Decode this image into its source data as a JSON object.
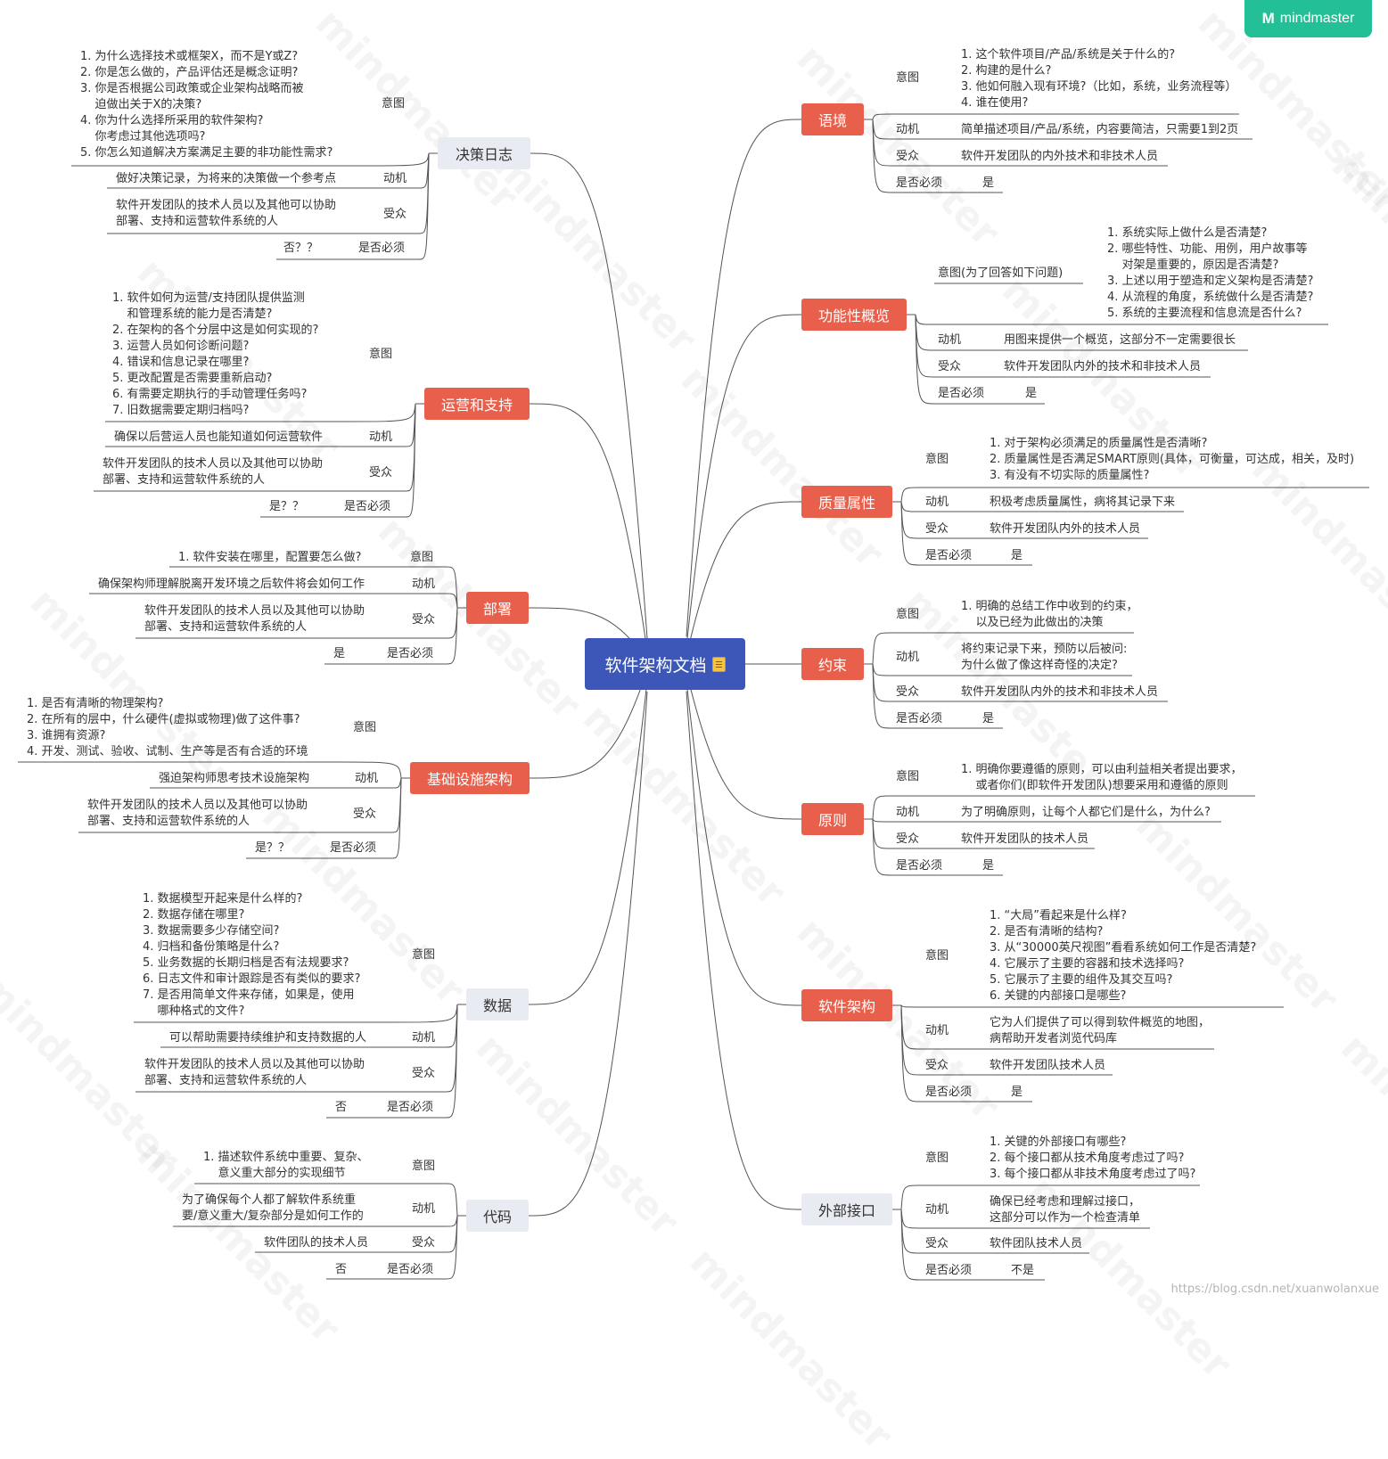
{
  "brand": {
    "logo_mark": "M",
    "name": "mindmaster",
    "watermark": "mindmaster"
  },
  "credit": "https://blog.csdn.net/xuanwolanxue",
  "center": {
    "title": "软件架构文档",
    "icon": "note-icon"
  },
  "colors": {
    "center": "#3c57b8",
    "topic_red": "#e8604c",
    "topic_gray": "#e9ebf3",
    "logo": "#23c097"
  },
  "branches": {
    "decision_log": {
      "title": "决策日志",
      "intent_label": "意图",
      "intent": "1. 为什么选择技术或框架X，而不是Y或Z?\n2. 你是怎么做的，产品评估还是概念证明?\n3. 你是否根据公司政策或企业架构战略而被\n    迫做出关于X的决策?\n4. 你为什么选择所采用的软件架构?\n    你考虑过其他选项吗?\n5. 你怎么知道解决方案满足主要的非功能性需求?",
      "motive_label": "动机",
      "motive": "做好决策记录，为将来的决策做一个参考点",
      "audience_label": "受众",
      "audience": "软件开发团队的技术人员以及其他可以协助\n部署、支持和运营软件系统的人",
      "required_label": "是否必须",
      "required": "否？？"
    },
    "operations": {
      "title": "运营和支持",
      "intent_label": "意图",
      "intent": "1. 软件如何为运营/支持团队提供监测\n    和管理系统的能力是否清楚?\n2. 在架构的各个分层中这是如何实现的?\n3. 运营人员如何诊断问题?\n4. 错误和信息记录在哪里?\n5. 更改配置是否需要重新启动?\n6. 有需要定期执行的手动管理任务吗?\n7. 旧数据需要定期归档吗?",
      "motive_label": "动机",
      "motive": "确保以后营运人员也能知道如何运营软件",
      "audience_label": "受众",
      "audience": "软件开发团队的技术人员以及其他可以协助\n部署、支持和运营软件系统的人",
      "required_label": "是否必须",
      "required": "是？？"
    },
    "deployment": {
      "title": "部署",
      "intent_label": "意图",
      "intent": "1. 软件安装在哪里，配置要怎么做?",
      "motive_label": "动机",
      "motive": "确保架构师理解脱离开发环境之后软件将会如何工作",
      "audience_label": "受众",
      "audience": "软件开发团队的技术人员以及其他可以协助\n部署、支持和运营软件系统的人",
      "required_label": "是否必须",
      "required": "是"
    },
    "infrastructure": {
      "title": "基础设施架构",
      "intent_label": "意图",
      "intent": "1. 是否有清晰的物理架构?\n2. 在所有的层中，什么硬件(虚拟或物理)做了这件事?\n3. 谁拥有资源?\n4. 开发、测试、验收、试制、生产等是否有合适的环境",
      "motive_label": "动机",
      "motive": "强迫架构师思考技术设施架构",
      "audience_label": "受众",
      "audience": "软件开发团队的技术人员以及其他可以协助\n部署、支持和运营软件系统的人",
      "required_label": "是否必须",
      "required": "是？？"
    },
    "data": {
      "title": "数据",
      "intent_label": "意图",
      "intent": "1. 数据模型开起来是什么样的?\n2. 数据存储在哪里?\n3. 数据需要多少存储空间?\n4. 归档和备份策略是什么?\n5. 业务数据的长期归档是否有法规要求?\n6. 日志文件和审计跟踪是否有类似的要求?\n7. 是否用简单文件来存储，如果是，使用\n    哪种格式的文件?",
      "motive_label": "动机",
      "motive": "可以帮助需要持续维护和支持数据的人",
      "audience_label": "受众",
      "audience": "软件开发团队的技术人员以及其他可以协助\n部署、支持和运营软件系统的人",
      "required_label": "是否必须",
      "required": "否"
    },
    "code": {
      "title": "代码",
      "intent_label": "意图",
      "intent": "1. 描述软件系统中重要、复杂、\n    意义重大部分的实现细节",
      "motive_label": "动机",
      "motive": "为了确保每个人都了解软件系统重\n要/意义重大/复杂部分是如何工作的",
      "audience_label": "受众",
      "audience": "软件团队的技术人员",
      "required_label": "是否必须",
      "required": "否"
    },
    "context": {
      "title": "语境",
      "intent_label": "意图",
      "intent": "1. 这个软件项目/产品/系统是关于什么的?\n2. 构建的是什么?\n3. 他如何融入现有环境?（比如，系统，业务流程等）\n4. 谁在使用?",
      "motive_label": "动机",
      "motive": "简单描述项目/产品/系统，内容要简洁，只需要1到2页",
      "audience_label": "受众",
      "audience": "软件开发团队的内外技术和非技术人员",
      "required_label": "是否必须",
      "required": "是"
    },
    "functional": {
      "title": "功能性概览",
      "intent_label": "意图(为了回答如下问题)",
      "intent": "1. 系统实际上做什么是否清楚?\n2. 哪些特性、功能、用例，用户故事等\n    对架是重要的，原因是否清楚?\n3. 上述以用于塑造和定义架构是否清楚?\n4. 从流程的角度，系统做什么是否清楚?\n5. 系统的主要流程和信息流是否什么?",
      "motive_label": "动机",
      "motive": "用图来提供一个概览，这部分不一定需要很长",
      "audience_label": "受众",
      "audience": "软件开发团队内外的技术和非技术人员",
      "required_label": "是否必须",
      "required": "是"
    },
    "quality": {
      "title": "质量属性",
      "intent_label": "意图",
      "intent": "1. 对于架构必须满足的质量属性是否清晰?\n2. 质量属性是否满足SMART原则(具体，可衡量，可达成，相关，及时)\n3. 有没有不切实际的质量属性?",
      "motive_label": "动机",
      "motive": "积极考虑质量属性，病将其记录下来",
      "audience_label": "受众",
      "audience": "软件开发团队内外的技术人员",
      "required_label": "是否必须",
      "required": "是"
    },
    "constraints": {
      "title": "约束",
      "intent_label": "意图",
      "intent": "1. 明确的总结工作中收到的约束，\n    以及已经为此做出的决策",
      "motive_label": "动机",
      "motive": "将约束记录下来，预防以后被问:\n为什么做了像这样奇怪的决定?",
      "audience_label": "受众",
      "audience": "软件开发团队内外的技术和非技术人员",
      "required_label": "是否必须",
      "required": "是"
    },
    "principles": {
      "title": "原则",
      "intent_label": "意图",
      "intent": "1. 明确你要遵循的原则，可以由利益相关者提出要求，\n    或者你们(即软件开发团队)想要采用和遵循的原则",
      "motive_label": "动机",
      "motive": "为了明确原则，让每个人都它们是什么，为什么?",
      "audience_label": "受众",
      "audience": "软件开发团队的技术人员",
      "required_label": "是否必须",
      "required": "是"
    },
    "architecture": {
      "title": "软件架构",
      "intent_label": "意图",
      "intent": "1. “大局”看起来是什么样?\n2. 是否有清晰的结构?\n3. 从“30000英尺视图”看看系统如何工作是否清楚?\n4. 它展示了主要的容器和技术选择吗?\n5. 它展示了主要的组件及其交互吗?\n6. 关键的内部接口是哪些?",
      "motive_label": "动机",
      "motive": "它为人们提供了可以得到软件概览的地图，\n病帮助开发者浏览代码库",
      "audience_label": "受众",
      "audience": "软件开发团队技术人员",
      "required_label": "是否必须",
      "required": "是"
    },
    "external": {
      "title": "外部接口",
      "intent_label": "意图",
      "intent": "1. 关键的外部接口有哪些?\n2. 每个接口都从技术角度考虑过了吗?\n3. 每个接口都从非技术角度考虑过了吗?",
      "motive_label": "动机",
      "motive": "确保已经考虑和理解过接口，\n这部分可以作为一个检查清单",
      "audience_label": "受众",
      "audience": "软件团队技术人员",
      "required_label": "是否必须",
      "required": "不是"
    }
  }
}
